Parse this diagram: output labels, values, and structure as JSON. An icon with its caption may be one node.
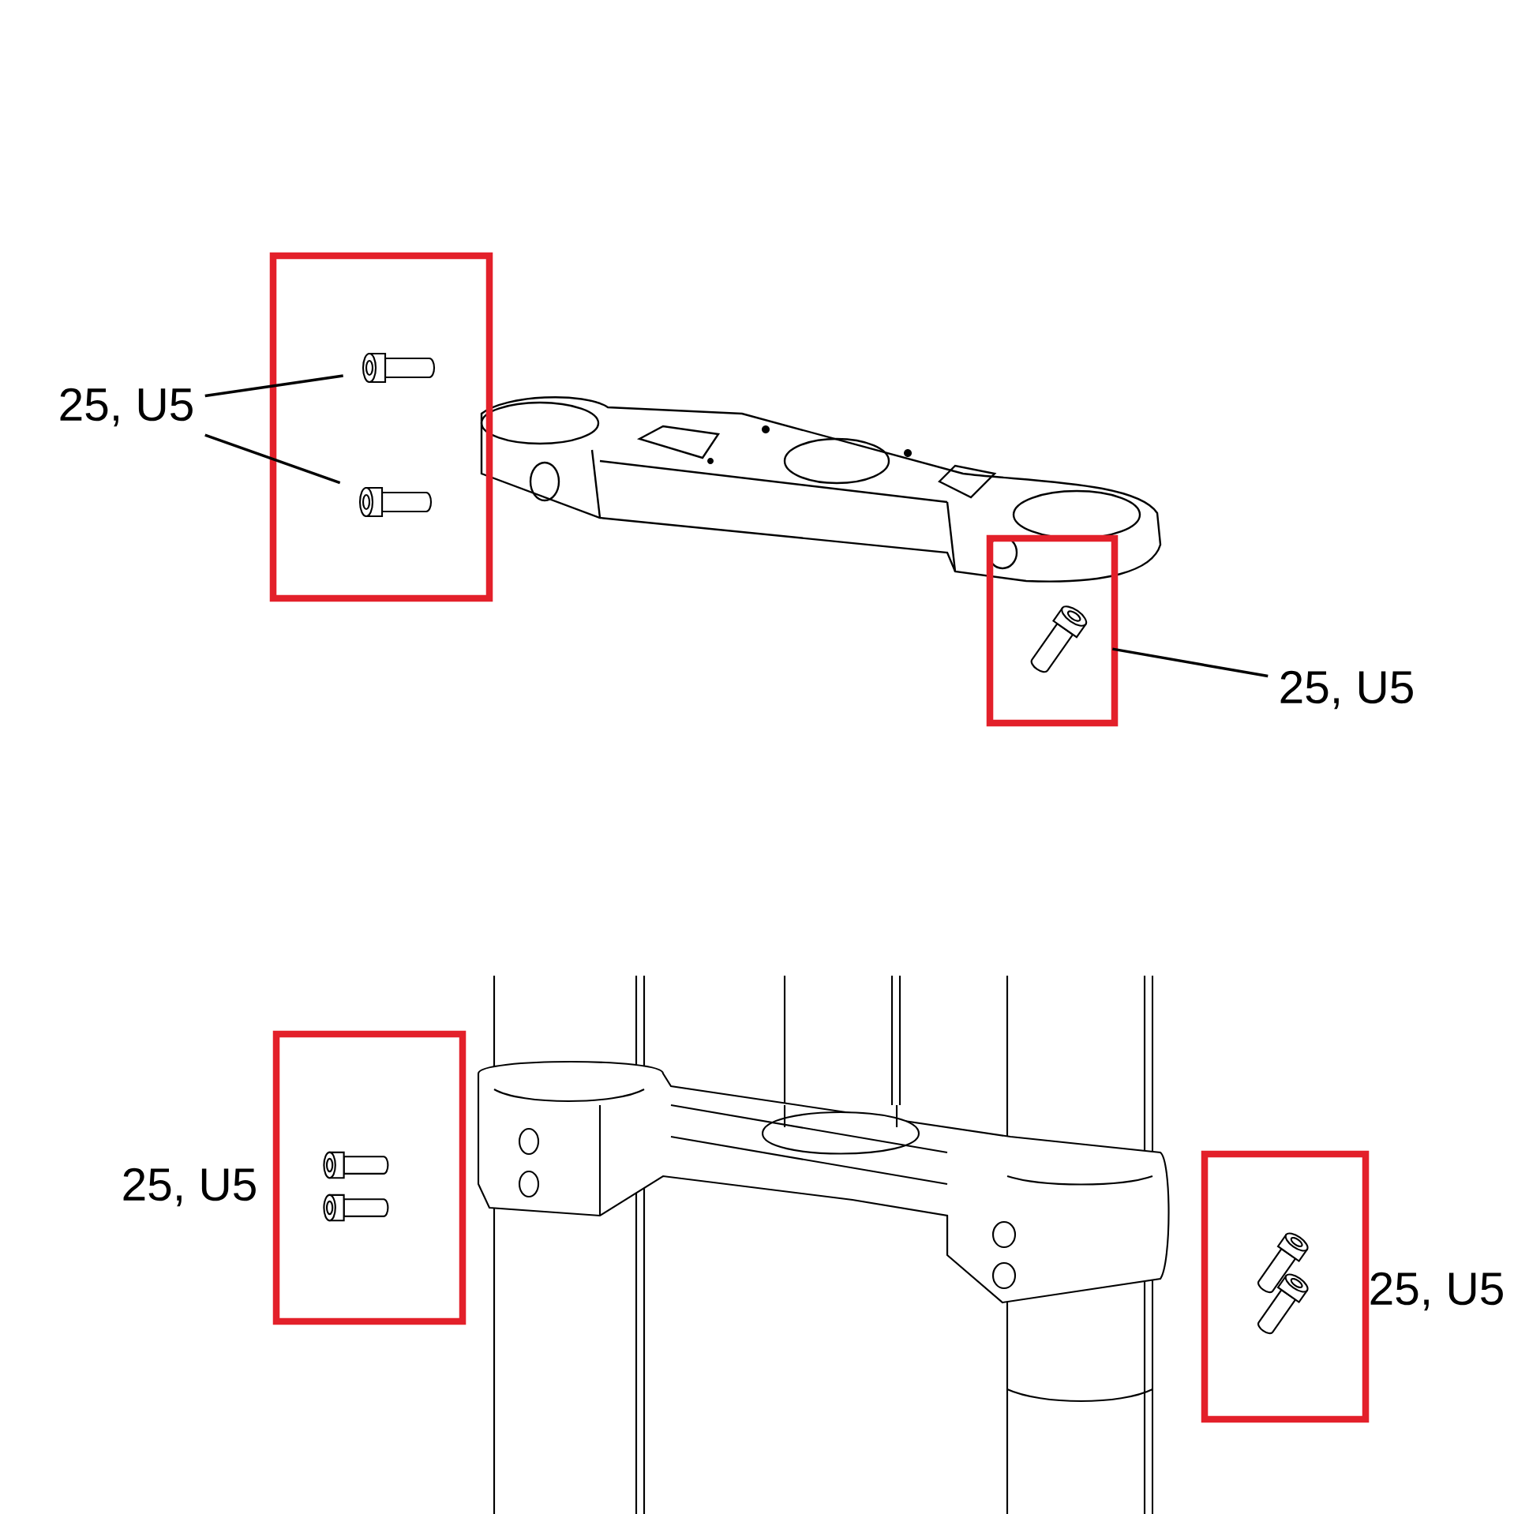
{
  "diagram": {
    "nodes": [
      {
        "text": [
          "25, U5"
        ]
      },
      {
        "text": [],
        "shape": "picture"
      },
      {
        "text": [],
        "shape": "picture"
      },
      {
        "text": [
          "25, U5"
        ]
      },
      {
        "text": [],
        "shape": "picture"
      }
    ],
    "edges": [
      {
        "from": 0,
        "to": 1,
        "arrow": "none"
      },
      {
        "from": 0,
        "to": 2,
        "arrow": "none"
      },
      {
        "from": 3,
        "to": 4,
        "arrow": "none"
      }
    ],
    "labels": [
      "25, U5",
      "25, U5"
    ]
  }
}
